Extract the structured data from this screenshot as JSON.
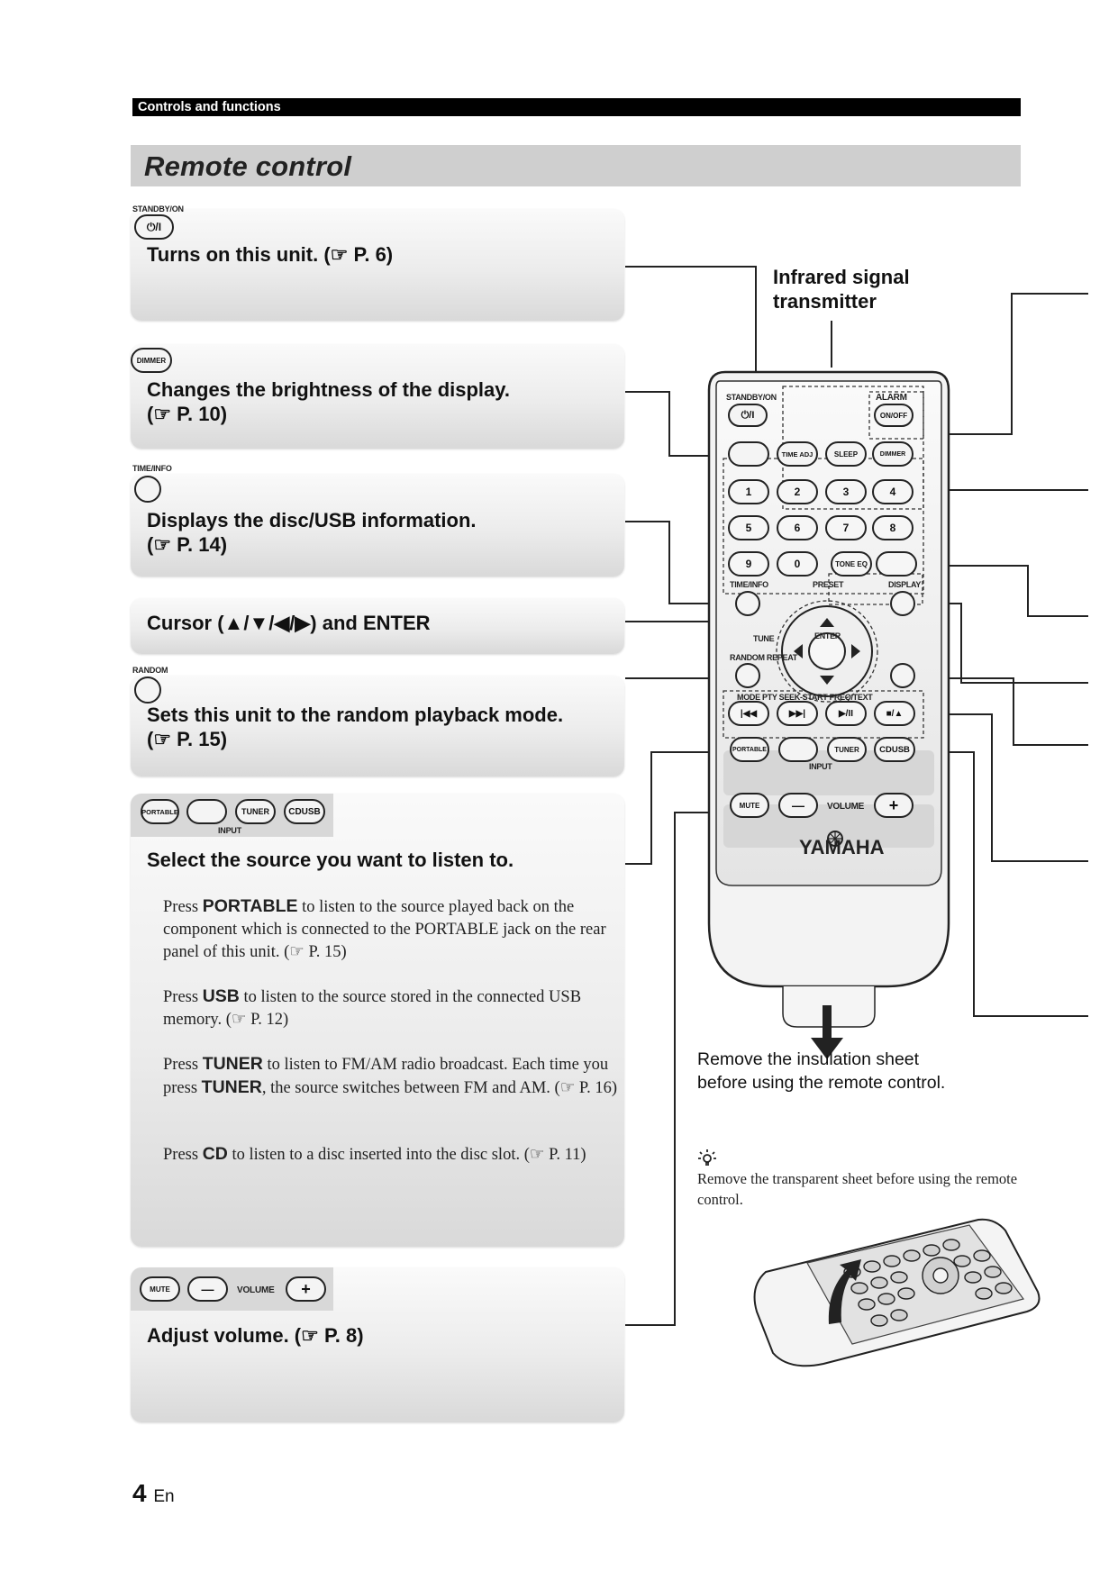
{
  "header": {
    "section": "Controls and functions",
    "title": "Remote control"
  },
  "panels": {
    "standby": {
      "button_label": "STANDBY/ON",
      "button_glyph": "⏻/I",
      "text": "Turns on this unit. (☞ P. 6)"
    },
    "dimmer": {
      "button_label": "DIMMER",
      "text_line1": "Changes the brightness of the display.",
      "text_line2": "(☞ P. 10)"
    },
    "timeinfo": {
      "button_label": "TIME/INFO",
      "text_line1": "Displays the disc/USB information.",
      "text_line2": "(☞ P. 14)"
    },
    "cursor": {
      "text": "Cursor (▲/▼/◀/▶) and ENTER"
    },
    "random": {
      "button_label": "RANDOM",
      "text_line1": "Sets this unit to the random playback mode.",
      "text_line2": "(☞ P. 15)"
    },
    "input": {
      "buttons": [
        "PORTABLE",
        "",
        "TUNER",
        "CDUSB"
      ],
      "group_label": "INPUT",
      "heading": "Select the source you want to listen to.",
      "paragraphs": [
        {
          "pre": "Press ",
          "key": "PORTABLE",
          "post": " to listen to the source played back on the component which is connected to the PORTABLE jack on the rear panel of this unit. (☞ P. 15)"
        },
        {
          "pre": "Press ",
          "key": "USB",
          "post": " to listen to the source stored in the connected USB memory. (☞ P. 12)"
        },
        {
          "pre": "Press ",
          "key": "TUNER",
          "post": " to listen to FM/AM radio broadcast. Each time you press ",
          "key2": "TUNER",
          "post2": ", the source switches between FM and AM. (☞ P. 16)"
        },
        {
          "pre": "Press ",
          "key": "CD",
          "post": " to listen to a disc inserted into the disc slot. (☞ P. 11)"
        }
      ]
    },
    "volume": {
      "mute_label": "MUTE",
      "minus": "—",
      "volume_label": "VOLUME",
      "plus": "+",
      "text": "Adjust volume. (☞ P. 8)"
    }
  },
  "remote": {
    "callout": "Infrared signal transmitter",
    "callout_line1": "Infrared signal",
    "callout_line2": "transmitter",
    "labels": {
      "standby": "STANDBY/ON",
      "alarm": "ALARM",
      "onoff": "ON/OFF",
      "timeadj": "TIME ADJ",
      "sleep": "SLEEP",
      "dimmer": "DIMMER",
      "tone_eq": "TONE EQ",
      "time_info": "TIME/INFO",
      "preset": "PRESET",
      "display": "DISPLAY",
      "tune": "TUNE",
      "enter": "ENTER",
      "random_repeat": "RANDOM REPEAT",
      "mode_row": "MODE PTY SEEK-START FREQ/TEXT",
      "portable": "PORTABLE",
      "tuner": "TUNER",
      "cdusb": "CDUSB",
      "input": "INPUT",
      "mute": "MUTE",
      "volume": "VOLUME",
      "brand": "YAMAHA"
    },
    "digits": [
      "1",
      "2",
      "3",
      "4",
      "5",
      "6",
      "7",
      "8",
      "9",
      "0"
    ],
    "transport": [
      "|◀◀",
      "▶▶|",
      "▶/II",
      "■/▲"
    ]
  },
  "notes": {
    "insulation_line1": "Remove the insulation sheet",
    "insulation_line2": "before using the remote control.",
    "tip_line1": "Remove the transparent sheet before using the remote",
    "tip_line2": "control."
  },
  "footer": {
    "page_number": "4",
    "language": "En"
  }
}
